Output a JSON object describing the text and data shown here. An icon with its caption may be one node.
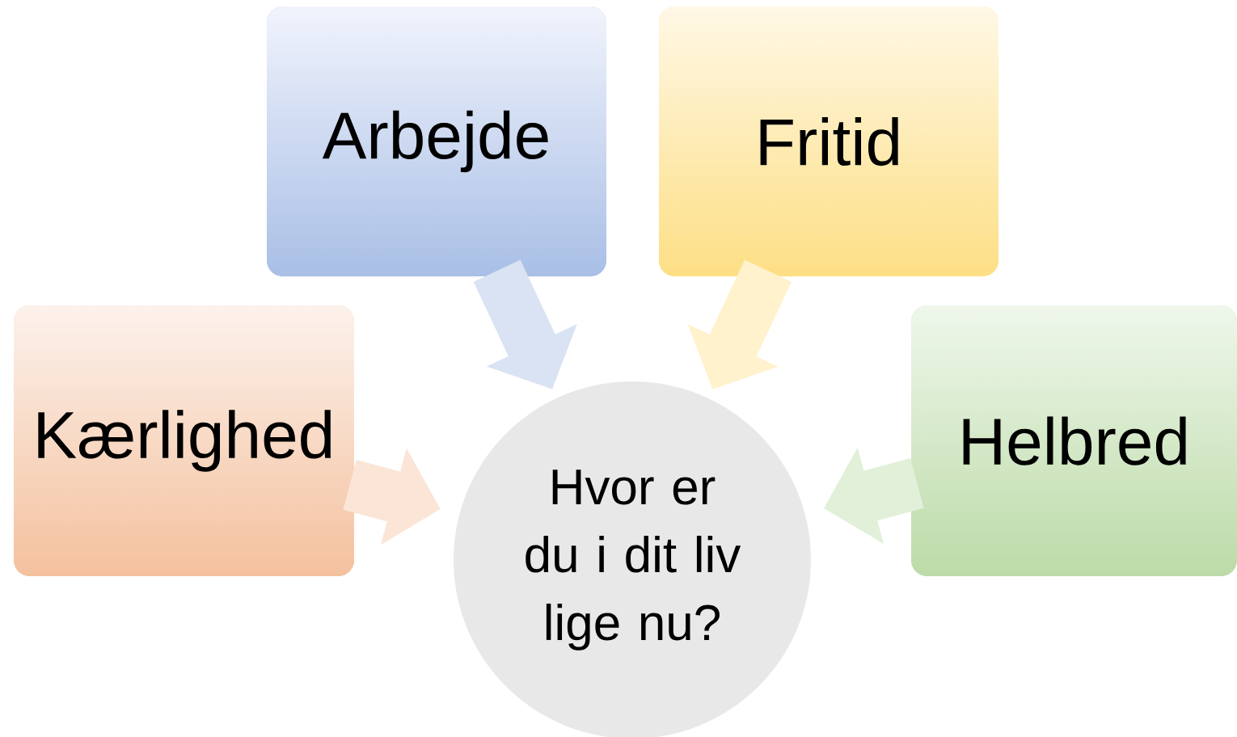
{
  "diagram": {
    "nodes": [
      {
        "text": [
          "Arbejde"
        ]
      },
      {
        "text": [
          "Fritid"
        ]
      },
      {
        "text": [
          "Kærlighed"
        ]
      },
      {
        "text": [
          "Helbred"
        ]
      },
      {
        "text": [
          "Hvor er du i dit liv lige nu?"
        ]
      }
    ],
    "edges": [
      {
        "from": 0,
        "to": 4,
        "arrow": "to",
        "color": "#dae3f3"
      },
      {
        "from": 1,
        "to": 4,
        "arrow": "to",
        "color": "#fff2cc"
      },
      {
        "from": 2,
        "to": 4,
        "arrow": "to",
        "color": "#fbe5d6"
      },
      {
        "from": 3,
        "to": 4,
        "arrow": "to",
        "color": "#e2f0d9"
      }
    ]
  }
}
